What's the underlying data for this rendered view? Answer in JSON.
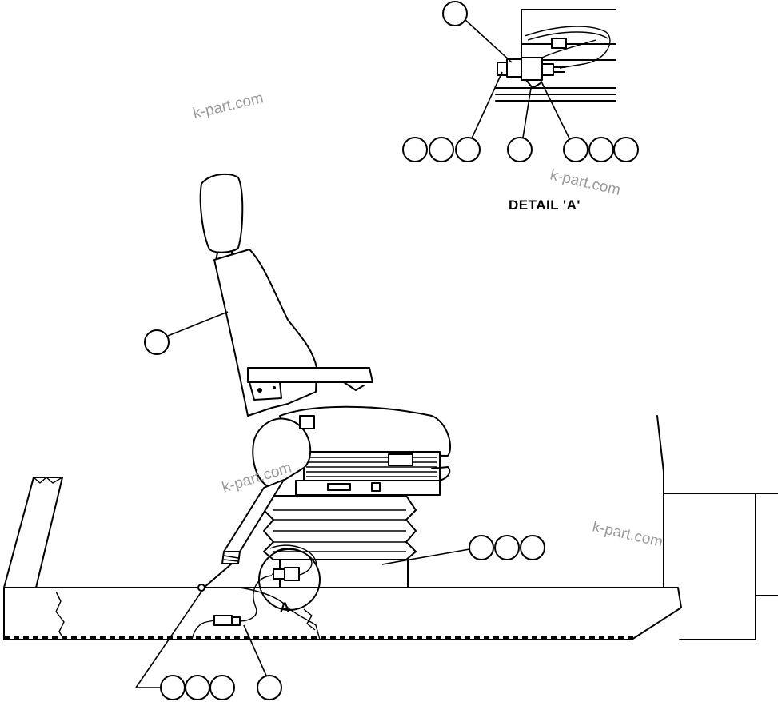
{
  "detail_title": "DETAIL 'A'",
  "detail_marker": "A",
  "watermarks": [
    "k-part.com",
    "k-part.com",
    "k-part.com",
    "k-part.com"
  ],
  "callout_bubbles": {
    "detail_top": 1,
    "detail_left_group": 3,
    "detail_middle": 1,
    "detail_right_group": 3,
    "seat_back": 1,
    "seat_base_right_group": 3,
    "bottom_left_group": 3,
    "bottom_right": 1
  }
}
